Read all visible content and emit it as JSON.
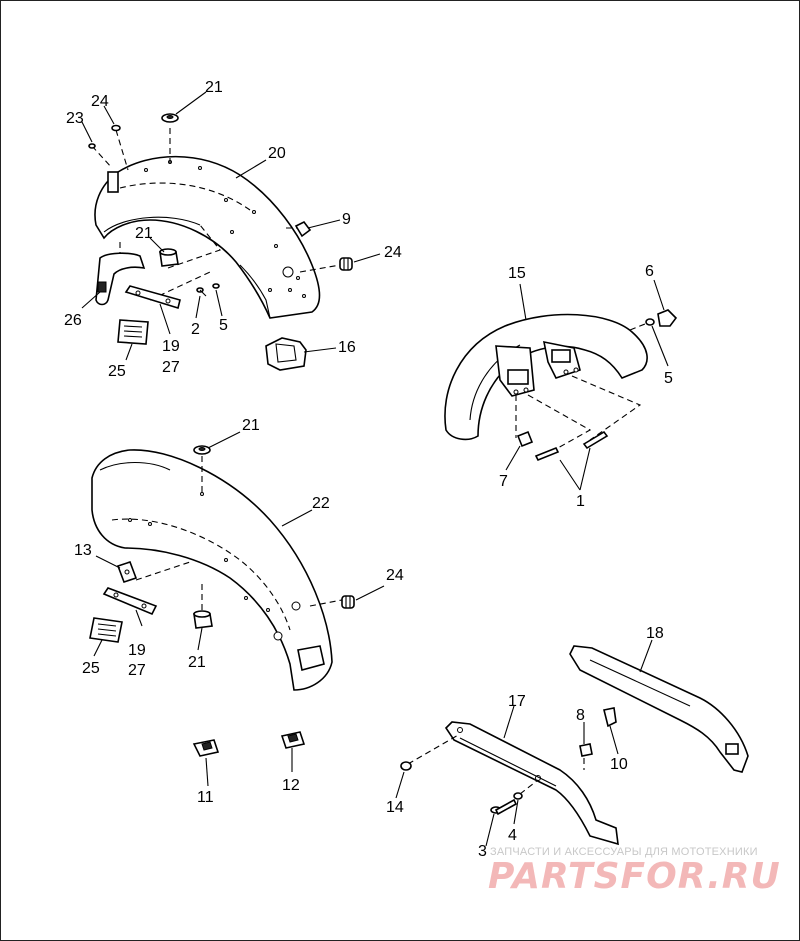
{
  "callouts": {
    "c21_top": "21",
    "c24_top": "24",
    "c23": "23",
    "c20": "20",
    "c9": "9",
    "c21_mid": "21",
    "c24_rear": "24",
    "c26": "26",
    "c2": "2",
    "c5_rear": "5",
    "c19_rear": "19",
    "c27_rear": "27",
    "c25_rear": "25",
    "c16": "16",
    "c15": "15",
    "c6": "6",
    "c5_front": "5",
    "c7": "7",
    "c1": "1",
    "c21_f": "21",
    "c22": "22",
    "c13": "13",
    "c24_f": "24",
    "c19_f": "19",
    "c27_f": "27",
    "c25_f": "25",
    "c21_bot": "21",
    "c18": "18",
    "c17": "17",
    "c8": "8",
    "c10": "10",
    "c14": "14",
    "c11": "11",
    "c12": "12",
    "c3": "3",
    "c4": "4"
  },
  "watermark": {
    "tagline": "ЗАПЧАСТИ И АКСЕССУАРЫ ДЛЯ МОТОТЕХНИКИ",
    "logo": "PARTSFOR.RU"
  }
}
